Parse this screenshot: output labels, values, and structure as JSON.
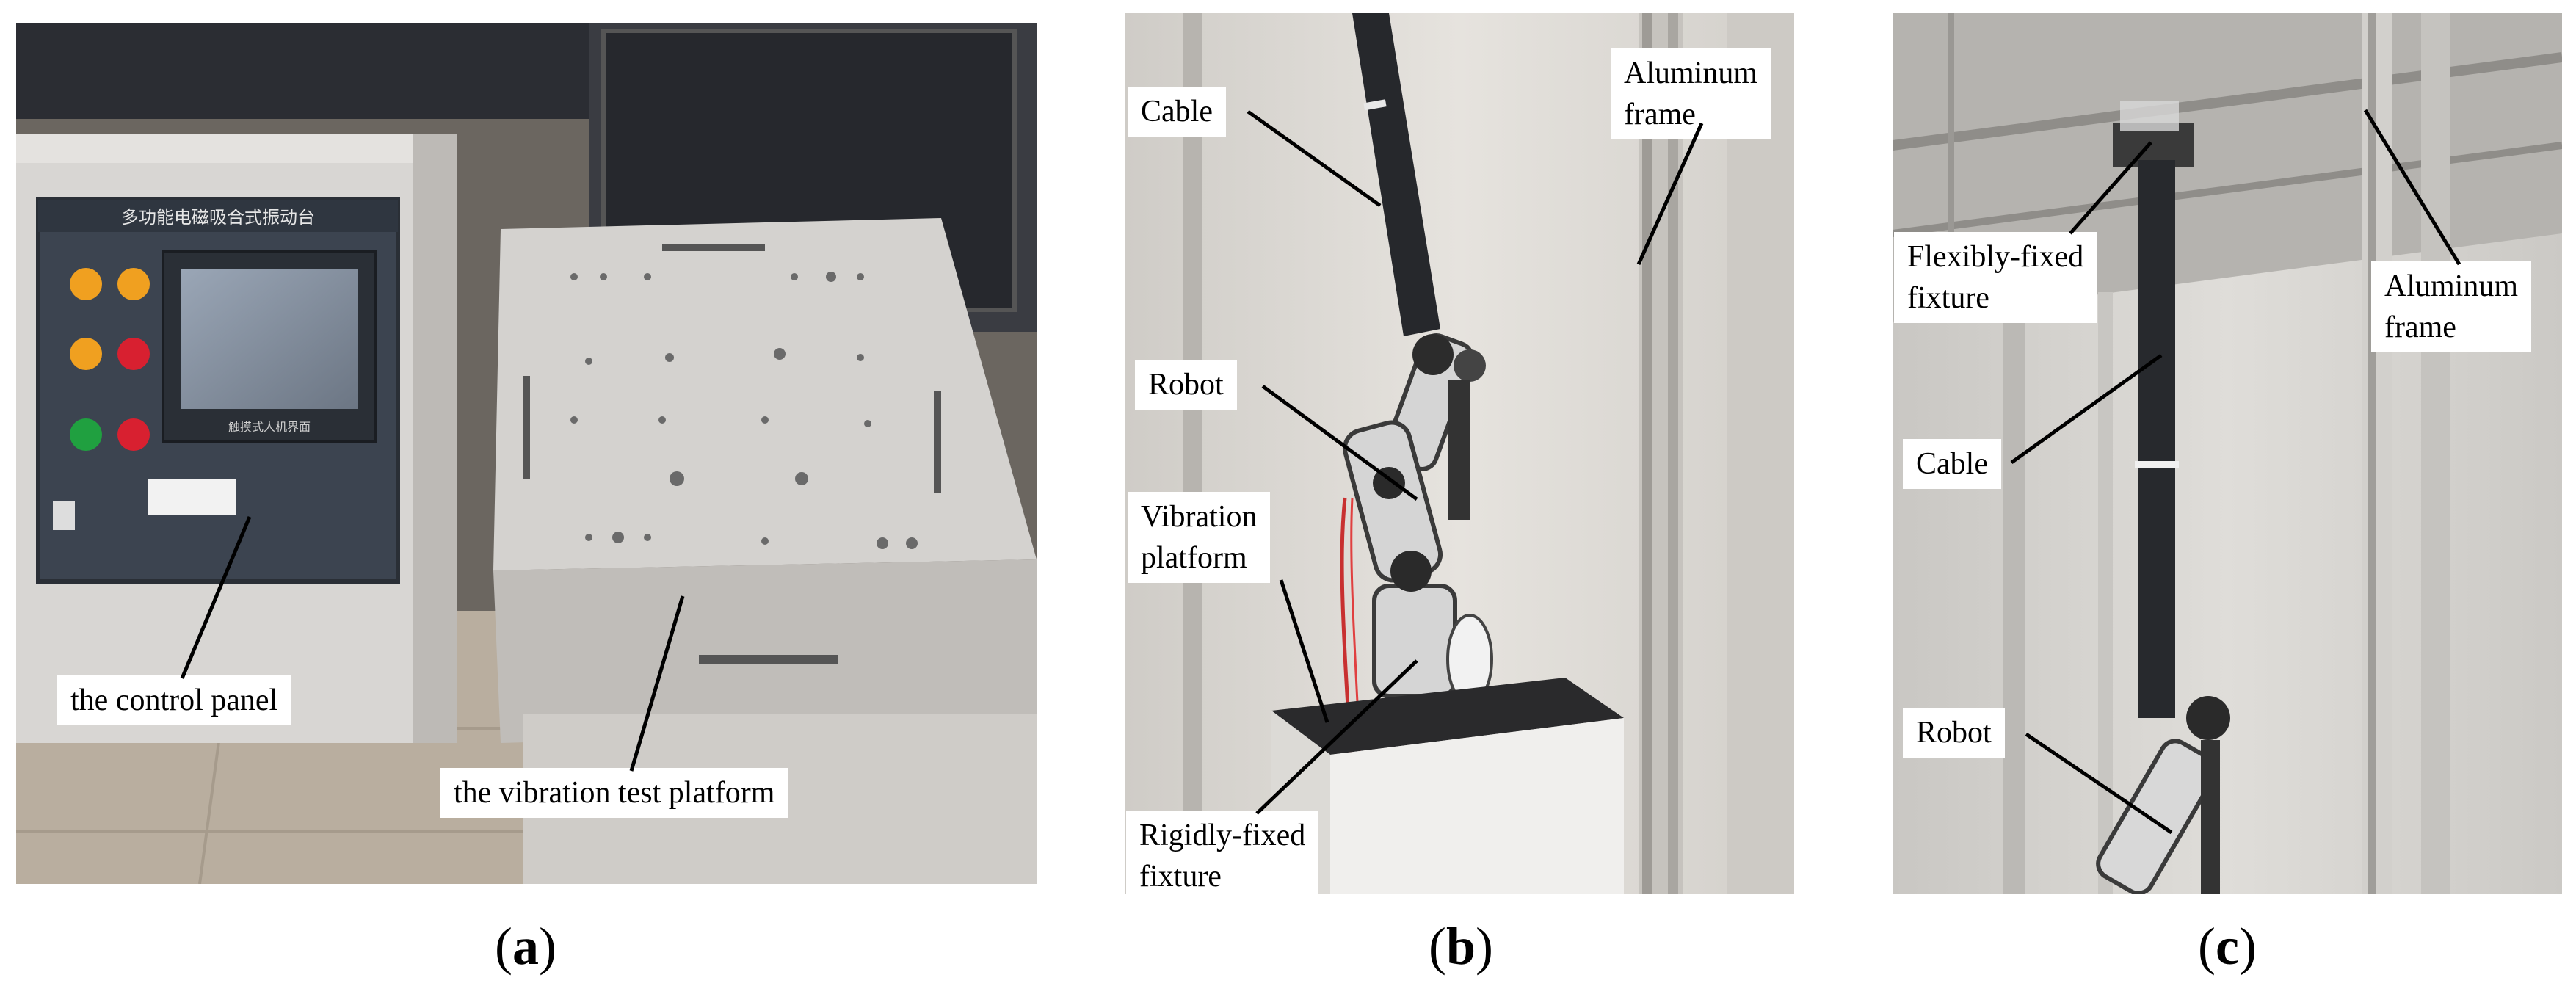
{
  "panels": [
    {
      "id": "a",
      "caption": "a",
      "device_title": "多功能电磁吸合式振动台",
      "device_subtitle": "触摸式人机界面",
      "labels": {
        "control_panel": "the control panel",
        "vibration_platform": "the vibration test platform"
      }
    },
    {
      "id": "b",
      "caption": "b",
      "labels": {
        "cable": "Cable",
        "aluminum_frame_1": "Aluminum",
        "aluminum_frame_2": "frame",
        "robot": "Robot",
        "vibration_platform_1": "Vibration",
        "vibration_platform_2": "platform",
        "rigid_fixture_1": "Rigidly-fixed",
        "rigid_fixture_2": "fixture"
      }
    },
    {
      "id": "c",
      "caption": "c",
      "labels": {
        "flex_fixture_1": "Flexibly-fixed",
        "flex_fixture_2": "fixture",
        "aluminum_frame_1": "Aluminum",
        "aluminum_frame_2": "frame",
        "cable": "Cable",
        "robot": "Robot"
      }
    }
  ]
}
